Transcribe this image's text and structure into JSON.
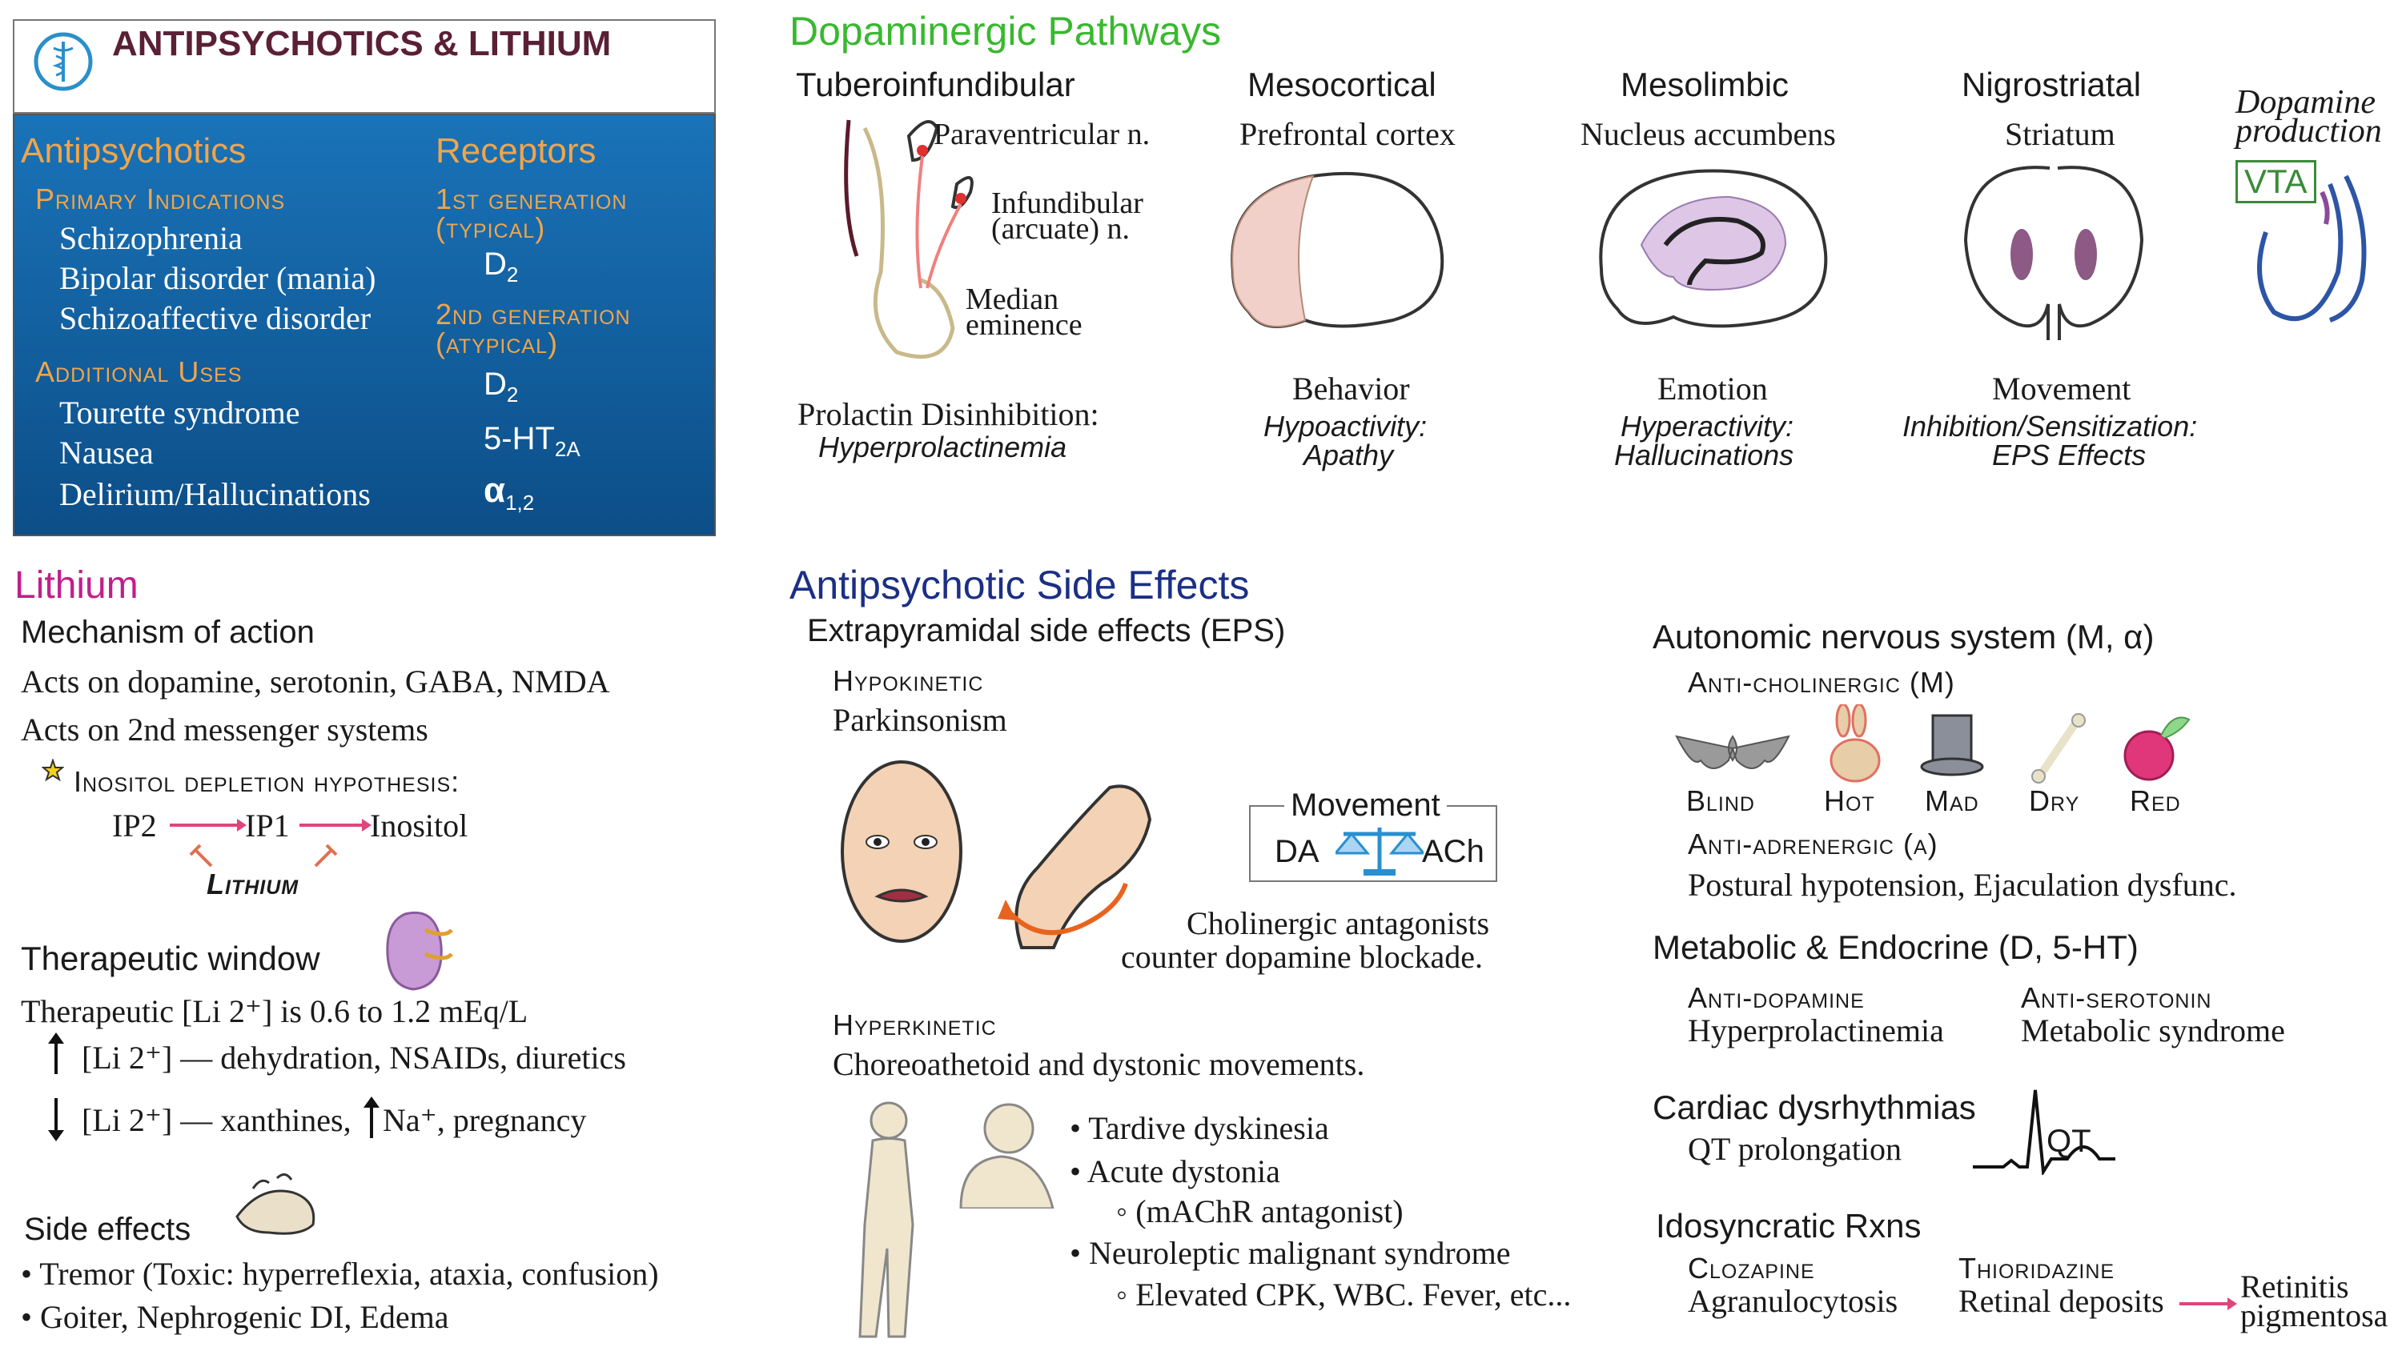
{
  "header": {
    "title": "ANTIPSYCHOTICS & LITHIUM",
    "logo_icon": "caduceus-icon",
    "antipsychotics_heading": "Antipsychotics",
    "primary_indications_heading": "Primary Indications",
    "primary_indications": [
      "Schizophrenia",
      "Bipolar disorder (mania)",
      "Schizoaffective disorder"
    ],
    "additional_uses_heading": "Additional Uses",
    "additional_uses": [
      "Tourette syndrome",
      "Nausea",
      "Delirium/Hallucinations"
    ],
    "receptors_heading": "Receptors",
    "first_gen_label_1": "1st generation",
    "first_gen_label_2": "(typical)",
    "first_gen_receptor": "D",
    "first_gen_receptor_sub": "2",
    "second_gen_label_1": "2nd generation",
    "second_gen_label_2": "(atypical)",
    "second_gen_receptors": [
      {
        "main": "D",
        "sub": "2"
      },
      {
        "main": "5-HT",
        "sub": "2A"
      },
      {
        "main": "α",
        "sub": "1,2"
      }
    ]
  },
  "dopamine": {
    "heading": "Dopaminergic Pathways",
    "pathways": [
      {
        "name": "Tuberoinfundibular",
        "region": "",
        "function": "Prolactin Disinhibition:",
        "effect": "Hyperprolactinemia",
        "effect2": ""
      },
      {
        "name": "Mesocortical",
        "region": "Prefrontal cortex",
        "function": "Behavior",
        "effect": "Hypoactivity:",
        "effect2": "Apathy"
      },
      {
        "name": "Mesolimbic",
        "region": "Nucleus accumbens",
        "function": "Emotion",
        "effect": "Hyperactivity:",
        "effect2": "Hallucinations"
      },
      {
        "name": "Nigrostriatal",
        "region": "Striatum",
        "function": "Movement",
        "effect": "Inhibition/Sensitization:",
        "effect2": "EPS Effects"
      }
    ],
    "tuberoinfundibular_labels": [
      "Paraventricular n.",
      "Infundibular",
      "(arcuate) n.",
      "Median",
      "eminence"
    ],
    "dopamine_production_1": "Dopamine",
    "dopamine_production_2": "production",
    "vta_label": "VTA"
  },
  "lithium": {
    "heading": "Lithium",
    "mechanism_heading": "Mechanism of action",
    "mechanism_lines": [
      "Acts on dopamine, serotonin, GABA, NMDA",
      "Acts on 2nd messenger systems"
    ],
    "inositol_heading": "Inositol depletion hypothesis:",
    "ip2": "IP2",
    "ip1": "IP1",
    "inositol": "Inositol",
    "lithium_label": "Lithium",
    "therapeutic_heading": "Therapeutic window",
    "therapeutic_line": "Therapeutic [Li 2⁺] is 0.6 to 1.2 mEq/L",
    "up_line": "[Li 2⁺] — dehydration, NSAIDs, diuretics",
    "down_line_1": "[Li 2⁺] —  xanthines,",
    "down_line_2": "Na⁺, pregnancy",
    "side_effects_heading": "Side effects",
    "side_effects": [
      "Tremor (Toxic: hyperreflexia, ataxia, confusion)",
      "Goiter, Nephrogenic DI, Edema"
    ]
  },
  "side_effects": {
    "heading": "Antipsychotic Side Effects",
    "eps_heading": "Extrapyramidal side effects (EPS)",
    "hypokinetic_heading": "Hypokinetic",
    "hypokinetic_item": "Parkinsonism",
    "movement_label": "Movement",
    "da_label": "DA",
    "ach_label": "ACh",
    "cholinergic_line_1": "Cholinergic antagonists",
    "cholinergic_line_2": "counter dopamine blockade.",
    "hyperkinetic_heading": "Hyperkinetic",
    "hyperkinetic_item": "Choreoathetoid and dystonic movements.",
    "hyper_bullets": [
      "Tardive dyskinesia",
      "Acute dystonia",
      "(mAChR antagonist)",
      "Neuroleptic malignant syndrome",
      "Elevated CPK, WBC. Fever, etc..."
    ],
    "autonomic_heading": "Autonomic nervous system (M, α)",
    "anticholinergic_heading": "Anti-cholinergic (M)",
    "anticholinergic_items": [
      "Blind",
      "Hot",
      "Mad",
      "Dry",
      "Red"
    ],
    "antiadrenergic_heading": "Anti-adrenergic (α)",
    "antiadrenergic_line": "Postural hypotension, Ejaculation dysfunc.",
    "metabolic_heading": "Metabolic & Endocrine (D, 5-HT)",
    "antidopamine_heading": "Anti-dopamine",
    "antidopamine_item": "Hyperprolactinemia",
    "antiserotonin_heading": "Anti-serotonin",
    "antiserotonin_item": "Metabolic syndrome",
    "cardiac_heading": "Cardiac dysrhythmias",
    "cardiac_item": "QT prolongation",
    "qt_label": "QT",
    "idiosyncratic_heading": "Idosyncratic Rxns",
    "clozapine_heading": "Clozapine",
    "clozapine_item": "Agranulocytosis",
    "thioridazine_heading": "Thioridazine",
    "thioridazine_item": "Retinal deposits",
    "retinitis_1": "Retinitis",
    "retinitis_2": "pigmentosa"
  }
}
